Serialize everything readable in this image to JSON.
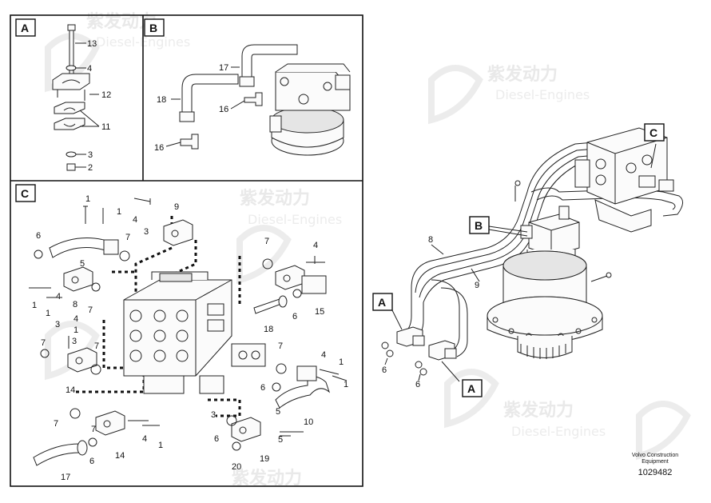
{
  "panels": [
    {
      "id": "A",
      "label": "A"
    },
    {
      "id": "B",
      "label": "B"
    },
    {
      "id": "C",
      "label": "C"
    }
  ],
  "callouts": {
    "main_c": "C",
    "main_b": "B",
    "main_a1": "A",
    "main_a2": "A"
  },
  "part_numbers": {
    "panel_a": [
      "13",
      "4",
      "12",
      "11",
      "3",
      "2"
    ],
    "panel_b": [
      "17",
      "18",
      "16",
      "16"
    ],
    "panel_c": [
      "1",
      "1",
      "9",
      "4",
      "3",
      "6",
      "5",
      "7",
      "7",
      "4",
      "3",
      "1",
      "1",
      "8",
      "7",
      "1",
      "4",
      "3",
      "4",
      "7",
      "6",
      "15",
      "18",
      "14",
      "7",
      "7",
      "4",
      "1",
      "1",
      "6",
      "10",
      "7",
      "3",
      "7",
      "6",
      "5",
      "4",
      "1",
      "20",
      "19",
      "14",
      "6",
      "17",
      "5"
    ],
    "main": [
      "8",
      "9",
      "6",
      "6"
    ]
  },
  "watermark": {
    "brand_cn": "紫发动力",
    "brand_en": "Diesel-Engines"
  },
  "footer": {
    "line1": "Volvo Construction",
    "line2": "Equipment",
    "number": "1029482"
  }
}
